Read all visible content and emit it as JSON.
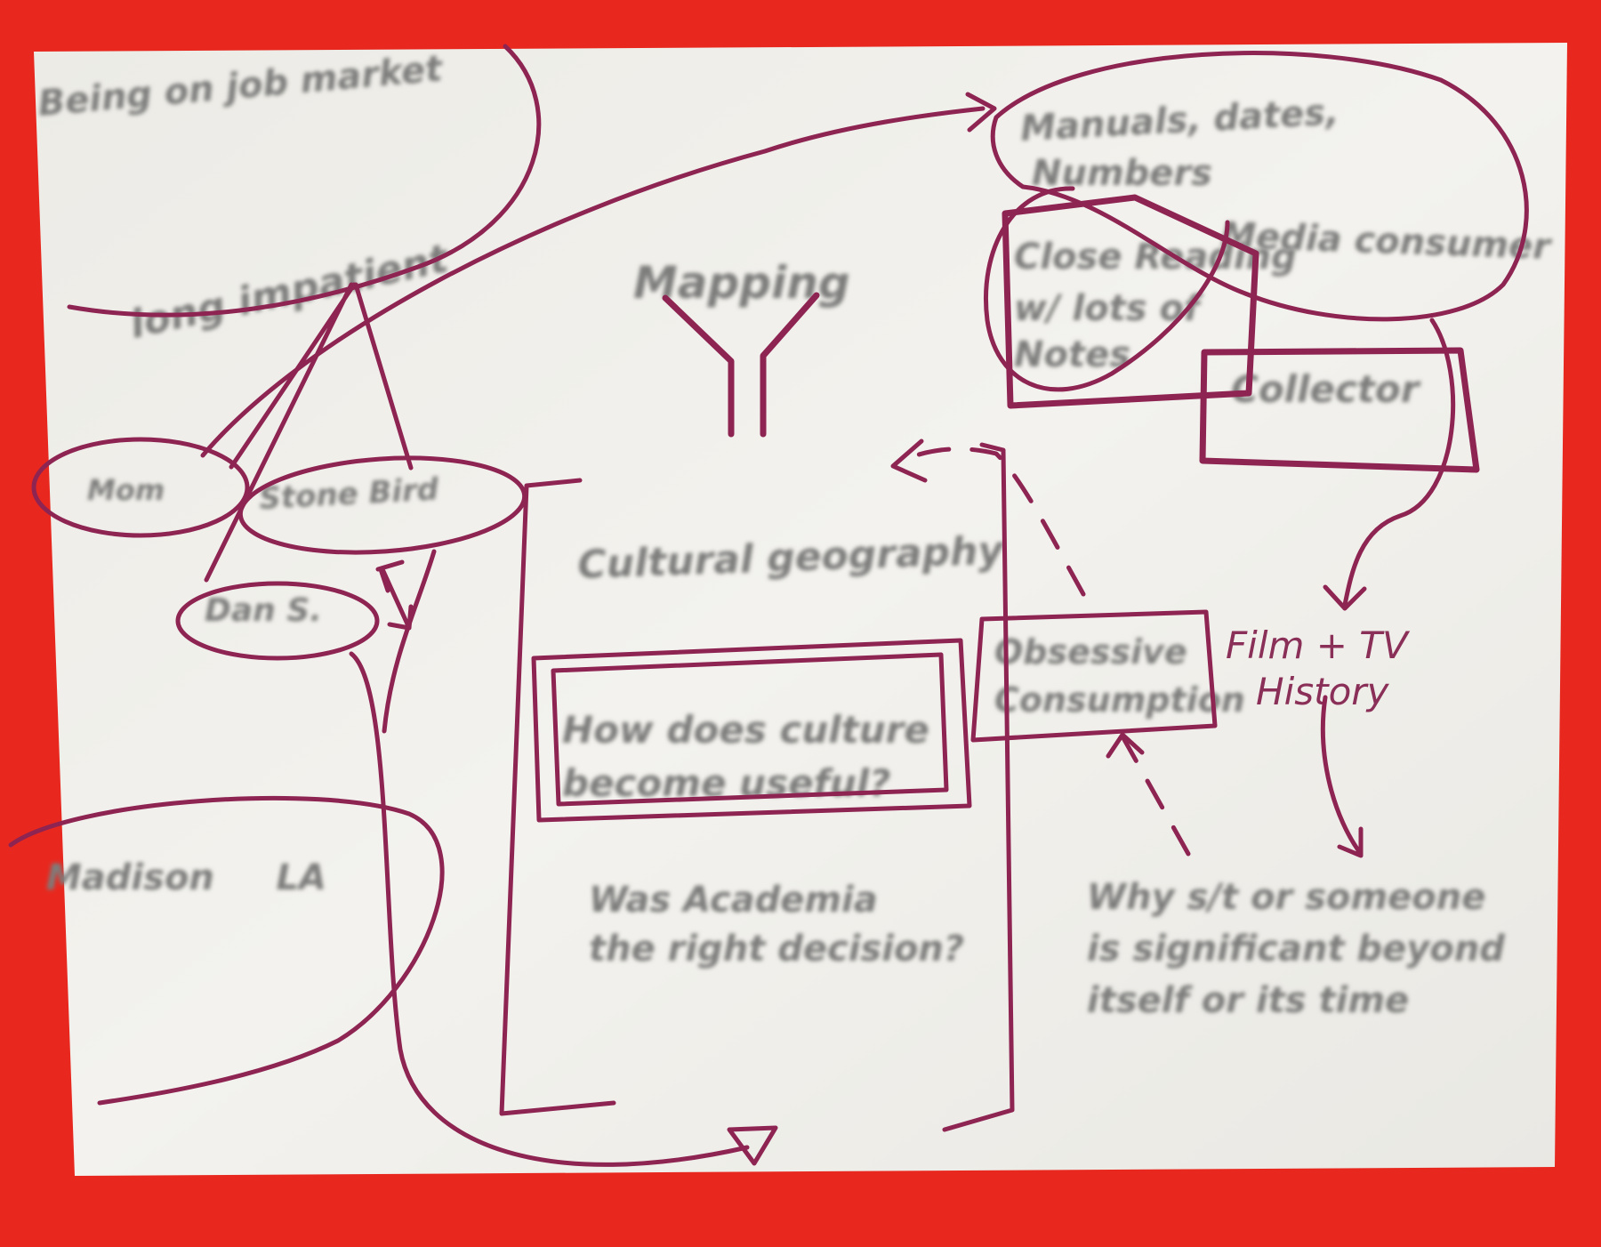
{
  "nodes": {
    "job_market": "Being on job market",
    "upper_left_blurred": "long impatient",
    "mom": "Mom",
    "stone_bird": "Stone Bird",
    "dan": "Dan S.",
    "madison_la": "Madison     LA",
    "mapping": "Mapping",
    "cultural_geography": "Cultural geography",
    "question_culture": [
      "How does culture",
      "become useful?"
    ],
    "academia_question": [
      "Was Academia",
      "the right decision?"
    ],
    "manuals": [
      "Manuals, dates,",
      "Numbers"
    ],
    "close_reading": [
      "Close Reading",
      "w/ lots of",
      "Notes"
    ],
    "media_consumer": "Media consumer",
    "collector": "Collector",
    "obsessive_consumption": [
      "Obsessive",
      "Consumption"
    ],
    "film_tv": [
      "Film + TV",
      "History"
    ],
    "significance": [
      "Why s/t or someone",
      "is significant beyond",
      "itself or its time"
    ]
  },
  "colors": {
    "background_red": "#e8281f",
    "paper": "#f1f0ec",
    "pen_ink": "#8e2452",
    "pencil_text": "#7d7d7b"
  }
}
